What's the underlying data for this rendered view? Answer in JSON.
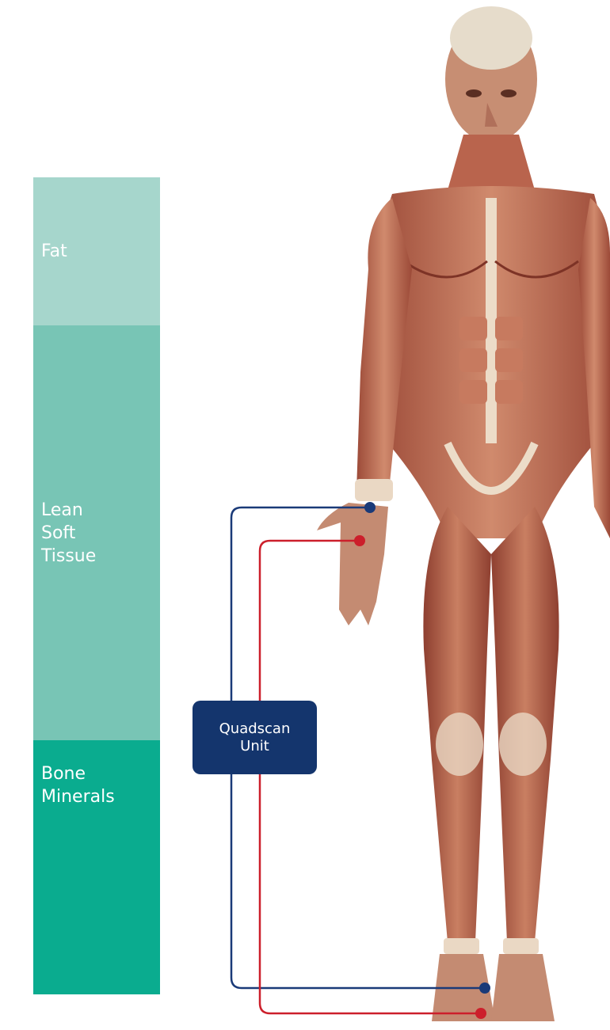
{
  "composition": {
    "fat": {
      "label": "Fat",
      "color": "#a6d6cc"
    },
    "lean": {
      "label": "Lean\nSoft\nTissue",
      "color": "#78c5b5"
    },
    "bone": {
      "label": "Bone\nMinerals",
      "color": "#0aac8f"
    }
  },
  "device": {
    "label": "Quadscan\nUnit",
    "color": "#14356d"
  },
  "wires": {
    "blue_color": "#1a3a78",
    "red_color": "#cc1f2b"
  },
  "figure": {
    "skin_color": "#c88c6f",
    "muscle_color": "#a64e3b",
    "tendon_color": "#ead8c4"
  }
}
